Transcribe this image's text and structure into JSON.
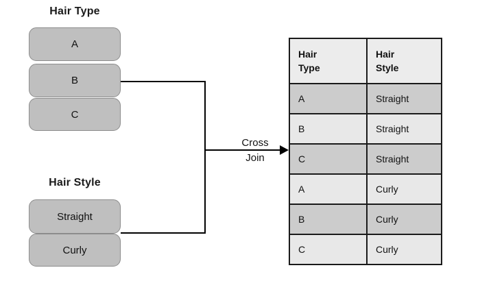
{
  "diagram": {
    "type": "cross-join-illustration",
    "left_groups": [
      {
        "title": "Hair Type",
        "items": [
          "A",
          "B",
          "C"
        ]
      },
      {
        "title": "Hair Style",
        "items": [
          "Straight",
          "Curly"
        ]
      }
    ],
    "connector": {
      "label_line1": "Cross",
      "label_line2": "Join",
      "arrow_direction": "right"
    },
    "result_table": {
      "columns": [
        {
          "line1": "Hair",
          "line2": "Type"
        },
        {
          "line1": "Hair",
          "line2": "Style"
        }
      ],
      "rows": [
        {
          "hair_type": "A",
          "hair_style": "Straight",
          "shade": "dark"
        },
        {
          "hair_type": "B",
          "hair_style": "Straight",
          "shade": "light"
        },
        {
          "hair_type": "C",
          "hair_style": "Straight",
          "shade": "dark"
        },
        {
          "hair_type": "A",
          "hair_style": "Curly",
          "shade": "light"
        },
        {
          "hair_type": "B",
          "hair_style": "Curly",
          "shade": "dark"
        },
        {
          "hair_type": "C",
          "hair_style": "Curly",
          "shade": "light"
        }
      ]
    },
    "colors": {
      "box_fill": "#bfbfbf",
      "box_border": "#8c8c8c",
      "table_border": "#1a1a1a",
      "header_fill": "#ececec",
      "row_dark": "#cccccc",
      "row_light": "#e8e8e8",
      "line": "#000000",
      "background": "#ffffff"
    }
  }
}
